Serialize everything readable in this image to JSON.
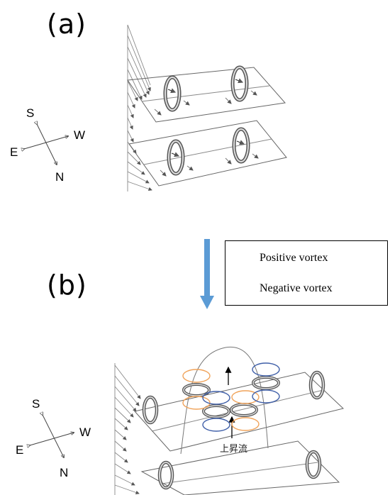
{
  "panels": {
    "a": "(a)",
    "b": "(b)"
  },
  "compass": {
    "south": "S",
    "east": "E",
    "west": "W",
    "north": "N"
  },
  "legend": {
    "positive_label": "Positive vortex",
    "negative_label": "Negative vortex",
    "positive_color": "#f0a35a",
    "negative_color": "#3f5fa8"
  },
  "updraft_label": "上昇流",
  "transition_arrow_color": "#5b9bd5"
}
